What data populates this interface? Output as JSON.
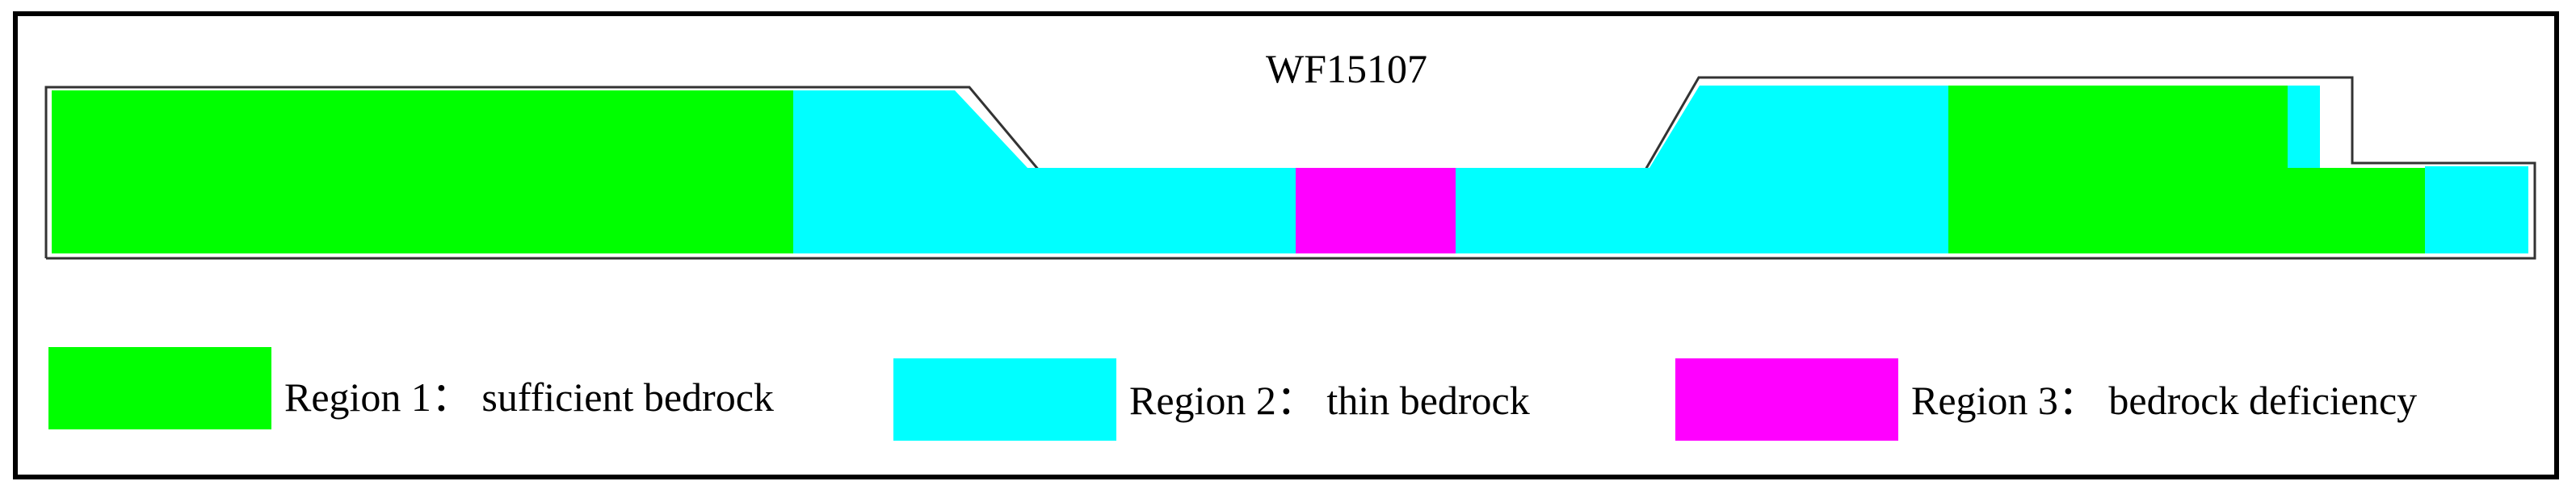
{
  "title": "WF15107",
  "colors": {
    "region_1": "#00ff00",
    "region_2": "#00ffff",
    "region_3": "#ff00ff",
    "outline": "#333333",
    "frame": "#000000"
  },
  "legend": [
    {
      "region": "region_1",
      "label": "Region 1： sufficient bedrock"
    },
    {
      "region": "region_2",
      "label": "Region 2： thin bedrock"
    },
    {
      "region": "region_3",
      "label": "Region 3： bedrock deficiency"
    }
  ],
  "zones_left_to_right": [
    "region_1",
    "region_2",
    "region_3",
    "region_2",
    "region_1",
    "region_2",
    "region_1",
    "region_2"
  ]
}
